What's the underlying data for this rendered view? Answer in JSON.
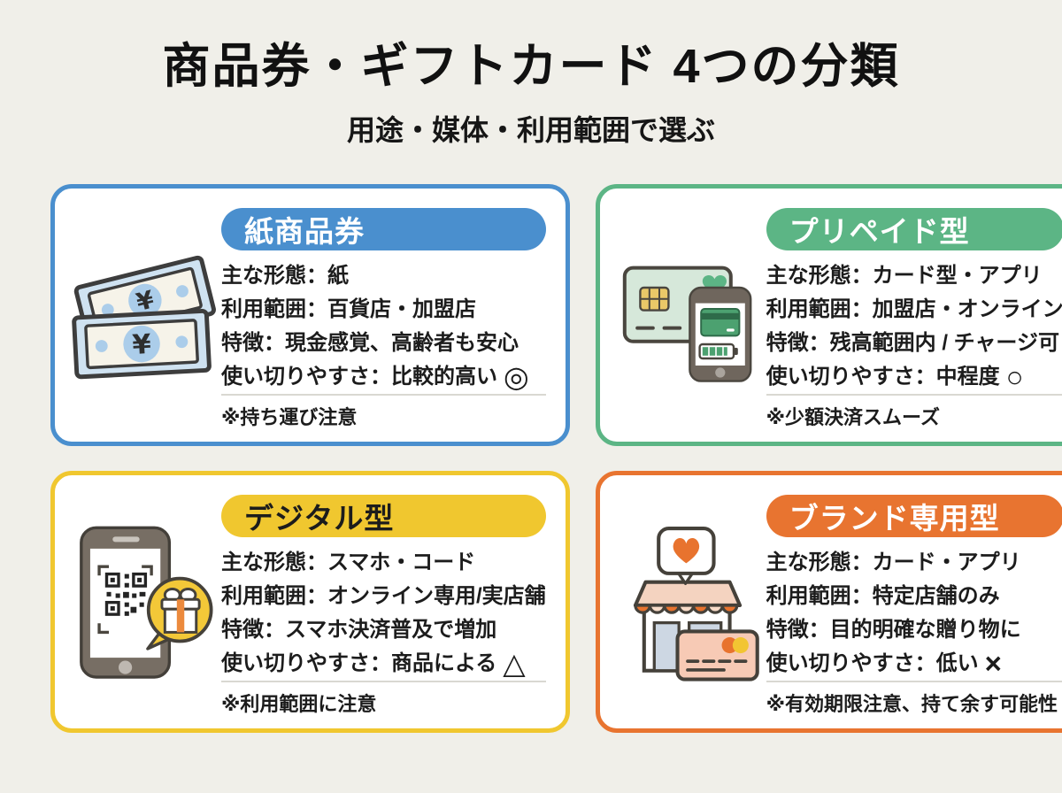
{
  "header": {
    "title": "商品券・ギフトカード 4つの分類",
    "subtitle": "用途・媒体・利用範囲で選ぶ"
  },
  "colors": {
    "page_bg": "#f0efe9",
    "card_bg": "#ffffff",
    "text": "#1c1c1c",
    "divider": "#d9d8d2",
    "blue": "#4a8fce",
    "green": "#5cb585",
    "yellow": "#f0c72f",
    "orange": "#e87430"
  },
  "cards": [
    {
      "id": "paper-voucher",
      "title": "紙商品券",
      "icon": "paper-bills-icon",
      "accent": "#4a8fce",
      "pill_text_color": "#ffffff",
      "lines": [
        "主な形態：紙",
        "利用範囲：百貨店・加盟店",
        "特徴：現金感覚、高齢者も安心"
      ],
      "usability_label": "使い切りやすさ：比較的高い",
      "usability_symbol": "◎",
      "note": "※持ち運び注意"
    },
    {
      "id": "prepaid",
      "title": "プリペイド型",
      "icon": "prepaid-card-phone-icon",
      "accent": "#5cb585",
      "pill_text_color": "#ffffff",
      "lines": [
        "主な形態：カード型・アプリ",
        "利用範囲：加盟店・オンライン",
        "特徴：残高範囲内 / チャージ可"
      ],
      "usability_label": "使い切りやすさ：中程度",
      "usability_symbol": "○",
      "note": "※少額決済スムーズ"
    },
    {
      "id": "digital",
      "title": "デジタル型",
      "icon": "smartphone-qr-gift-icon",
      "accent": "#f0c72f",
      "pill_text_color": "#1c1c1c",
      "lines": [
        "主な形態：スマホ・コード",
        "利用範囲：オンライン専用/実店舗",
        "特徴：スマホ決済普及で増加"
      ],
      "usability_label": "使い切りやすさ：商品による",
      "usability_symbol": "△",
      "note": "※利用範囲に注意"
    },
    {
      "id": "brand-only",
      "title": "ブランド専用型",
      "icon": "storefront-card-icon",
      "accent": "#e87430",
      "pill_text_color": "#ffffff",
      "lines": [
        "主な形態：カード・アプリ",
        "利用範囲：特定店舗のみ",
        "特徴：目的明確な贈り物に"
      ],
      "usability_label": "使い切りやすさ：低い",
      "usability_symbol": "×",
      "note": "※有効期限注意、持て余す可能性"
    }
  ]
}
